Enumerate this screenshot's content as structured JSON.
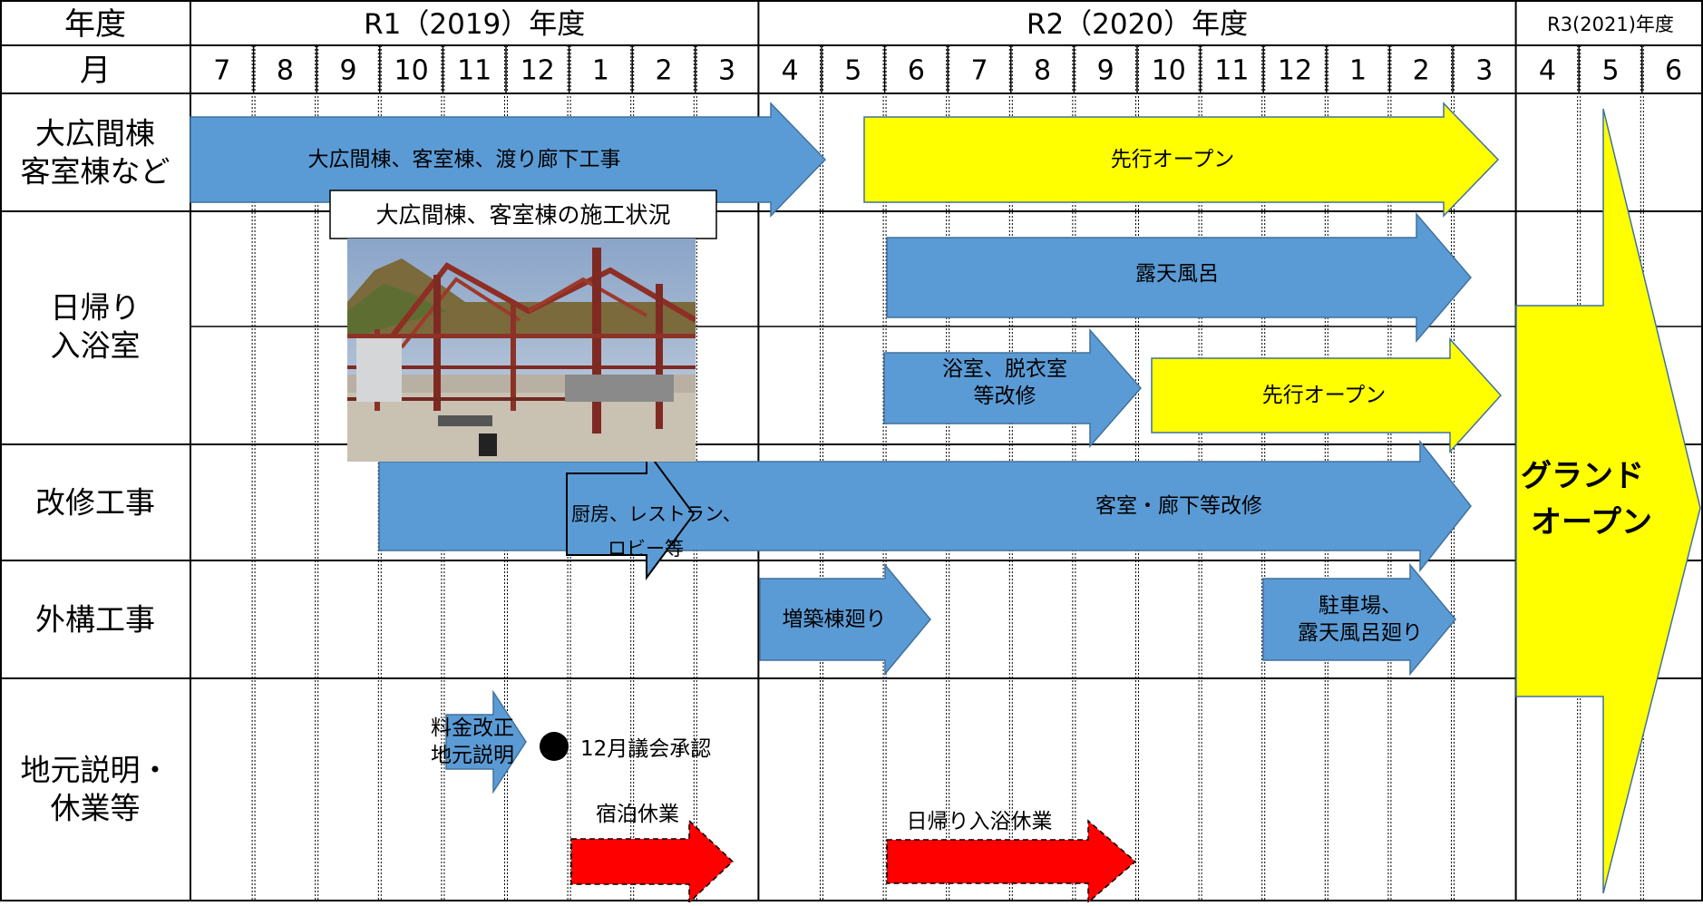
{
  "header": {
    "year_label": "年度",
    "month_label": "月",
    "fiscal_years": [
      {
        "label": "R1（2019）年度"
      },
      {
        "label": "R2（2020）年度"
      },
      {
        "label": "R3(2021)年度"
      }
    ],
    "months": [
      "7",
      "8",
      "9",
      "10",
      "11",
      "12",
      "1",
      "2",
      "3",
      "4",
      "5",
      "6",
      "7",
      "8",
      "9",
      "10",
      "11",
      "12",
      "1",
      "2",
      "3",
      "4",
      "5",
      "6"
    ]
  },
  "rows": [
    {
      "label_lines": [
        "大広間棟",
        "客室棟など"
      ]
    },
    {
      "label_lines": [
        "日帰り",
        "入浴室"
      ]
    },
    {
      "label_lines": [
        "改修工事"
      ]
    },
    {
      "label_lines": [
        "外構工事"
      ]
    },
    {
      "label_lines": [
        "地元説明・",
        "休業等"
      ]
    }
  ],
  "arrows": [
    {
      "id": "daihiroma-work",
      "color": "#5b9bd5",
      "text_lines": [
        "大広間棟、客室棟、渡り廊下工事"
      ]
    },
    {
      "id": "daihiroma-open",
      "color": "#ffff00",
      "text_lines": [
        "先行オープン"
      ]
    },
    {
      "id": "rotenburo",
      "color": "#5b9bd5",
      "text_lines": [
        "露天風呂"
      ]
    },
    {
      "id": "yokushitsu",
      "color": "#5b9bd5",
      "text_lines": [
        "浴室、脱衣室",
        "等改修"
      ]
    },
    {
      "id": "higaeri-open",
      "color": "#ffff00",
      "text_lines": [
        "先行オープン"
      ]
    },
    {
      "id": "kyakushitsu",
      "color": "#5b9bd5",
      "text_lines": [
        "客室・廊下等改修"
      ]
    },
    {
      "id": "chubo",
      "color": "#5b9bd5",
      "text_lines": [
        "厨房、レストラン、",
        "ロビー等"
      ]
    },
    {
      "id": "zouchiku",
      "color": "#5b9bd5",
      "text_lines": [
        "増築棟廻り"
      ]
    },
    {
      "id": "chushajo",
      "color": "#5b9bd5",
      "text_lines": [
        "駐車場、",
        "露天風呂廻り"
      ]
    },
    {
      "id": "ryokin",
      "color": "#5b9bd5",
      "text_lines": [
        "料金改正",
        "地元説明"
      ]
    },
    {
      "id": "shukuhaku-kyugyo",
      "color": "#ff0000",
      "text_lines": [
        "宿泊休業"
      ]
    },
    {
      "id": "higaeri-kyugyo",
      "color": "#ff0000",
      "text_lines": [
        "日帰り入浴休業"
      ]
    },
    {
      "id": "grand-open",
      "color": "#ffff00",
      "text_lines": [
        "グランド",
        "オープン"
      ]
    }
  ],
  "milestone": {
    "label": "12月議会承認"
  },
  "photo_caption": "大広間棟、客室棟の施工状況",
  "colors": {
    "blue": "#5b9bd5",
    "yellow": "#ffff00",
    "red": "#ff0000",
    "border": "#41719c"
  }
}
